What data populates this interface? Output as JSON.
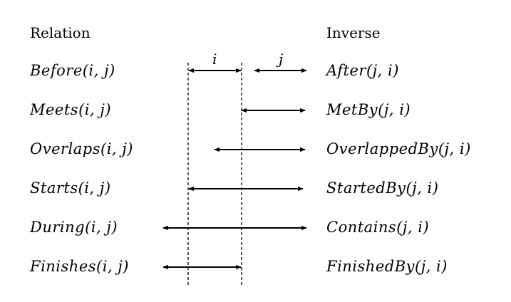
{
  "headers": {
    "relation": "Relation",
    "inverse": "Inverse"
  },
  "segment_labels": {
    "i": "i",
    "j": "j"
  },
  "rows": [
    {
      "relation": "Before(i, j)",
      "inverse": "After(j, i)"
    },
    {
      "relation": "Meets(i, j)",
      "inverse": "MetBy(j, i)"
    },
    {
      "relation": "Overlaps(i, j)",
      "inverse": "OverlappedBy(j, i)"
    },
    {
      "relation": "Starts(i, j)",
      "inverse": "StartedBy(j, i)"
    },
    {
      "relation": "During(i, j)",
      "inverse": "Contains(j, i)"
    },
    {
      "relation": "Finishes(i, j)",
      "inverse": "FinishedBy(j, i)"
    }
  ],
  "colors": {
    "ink": "#000000"
  }
}
